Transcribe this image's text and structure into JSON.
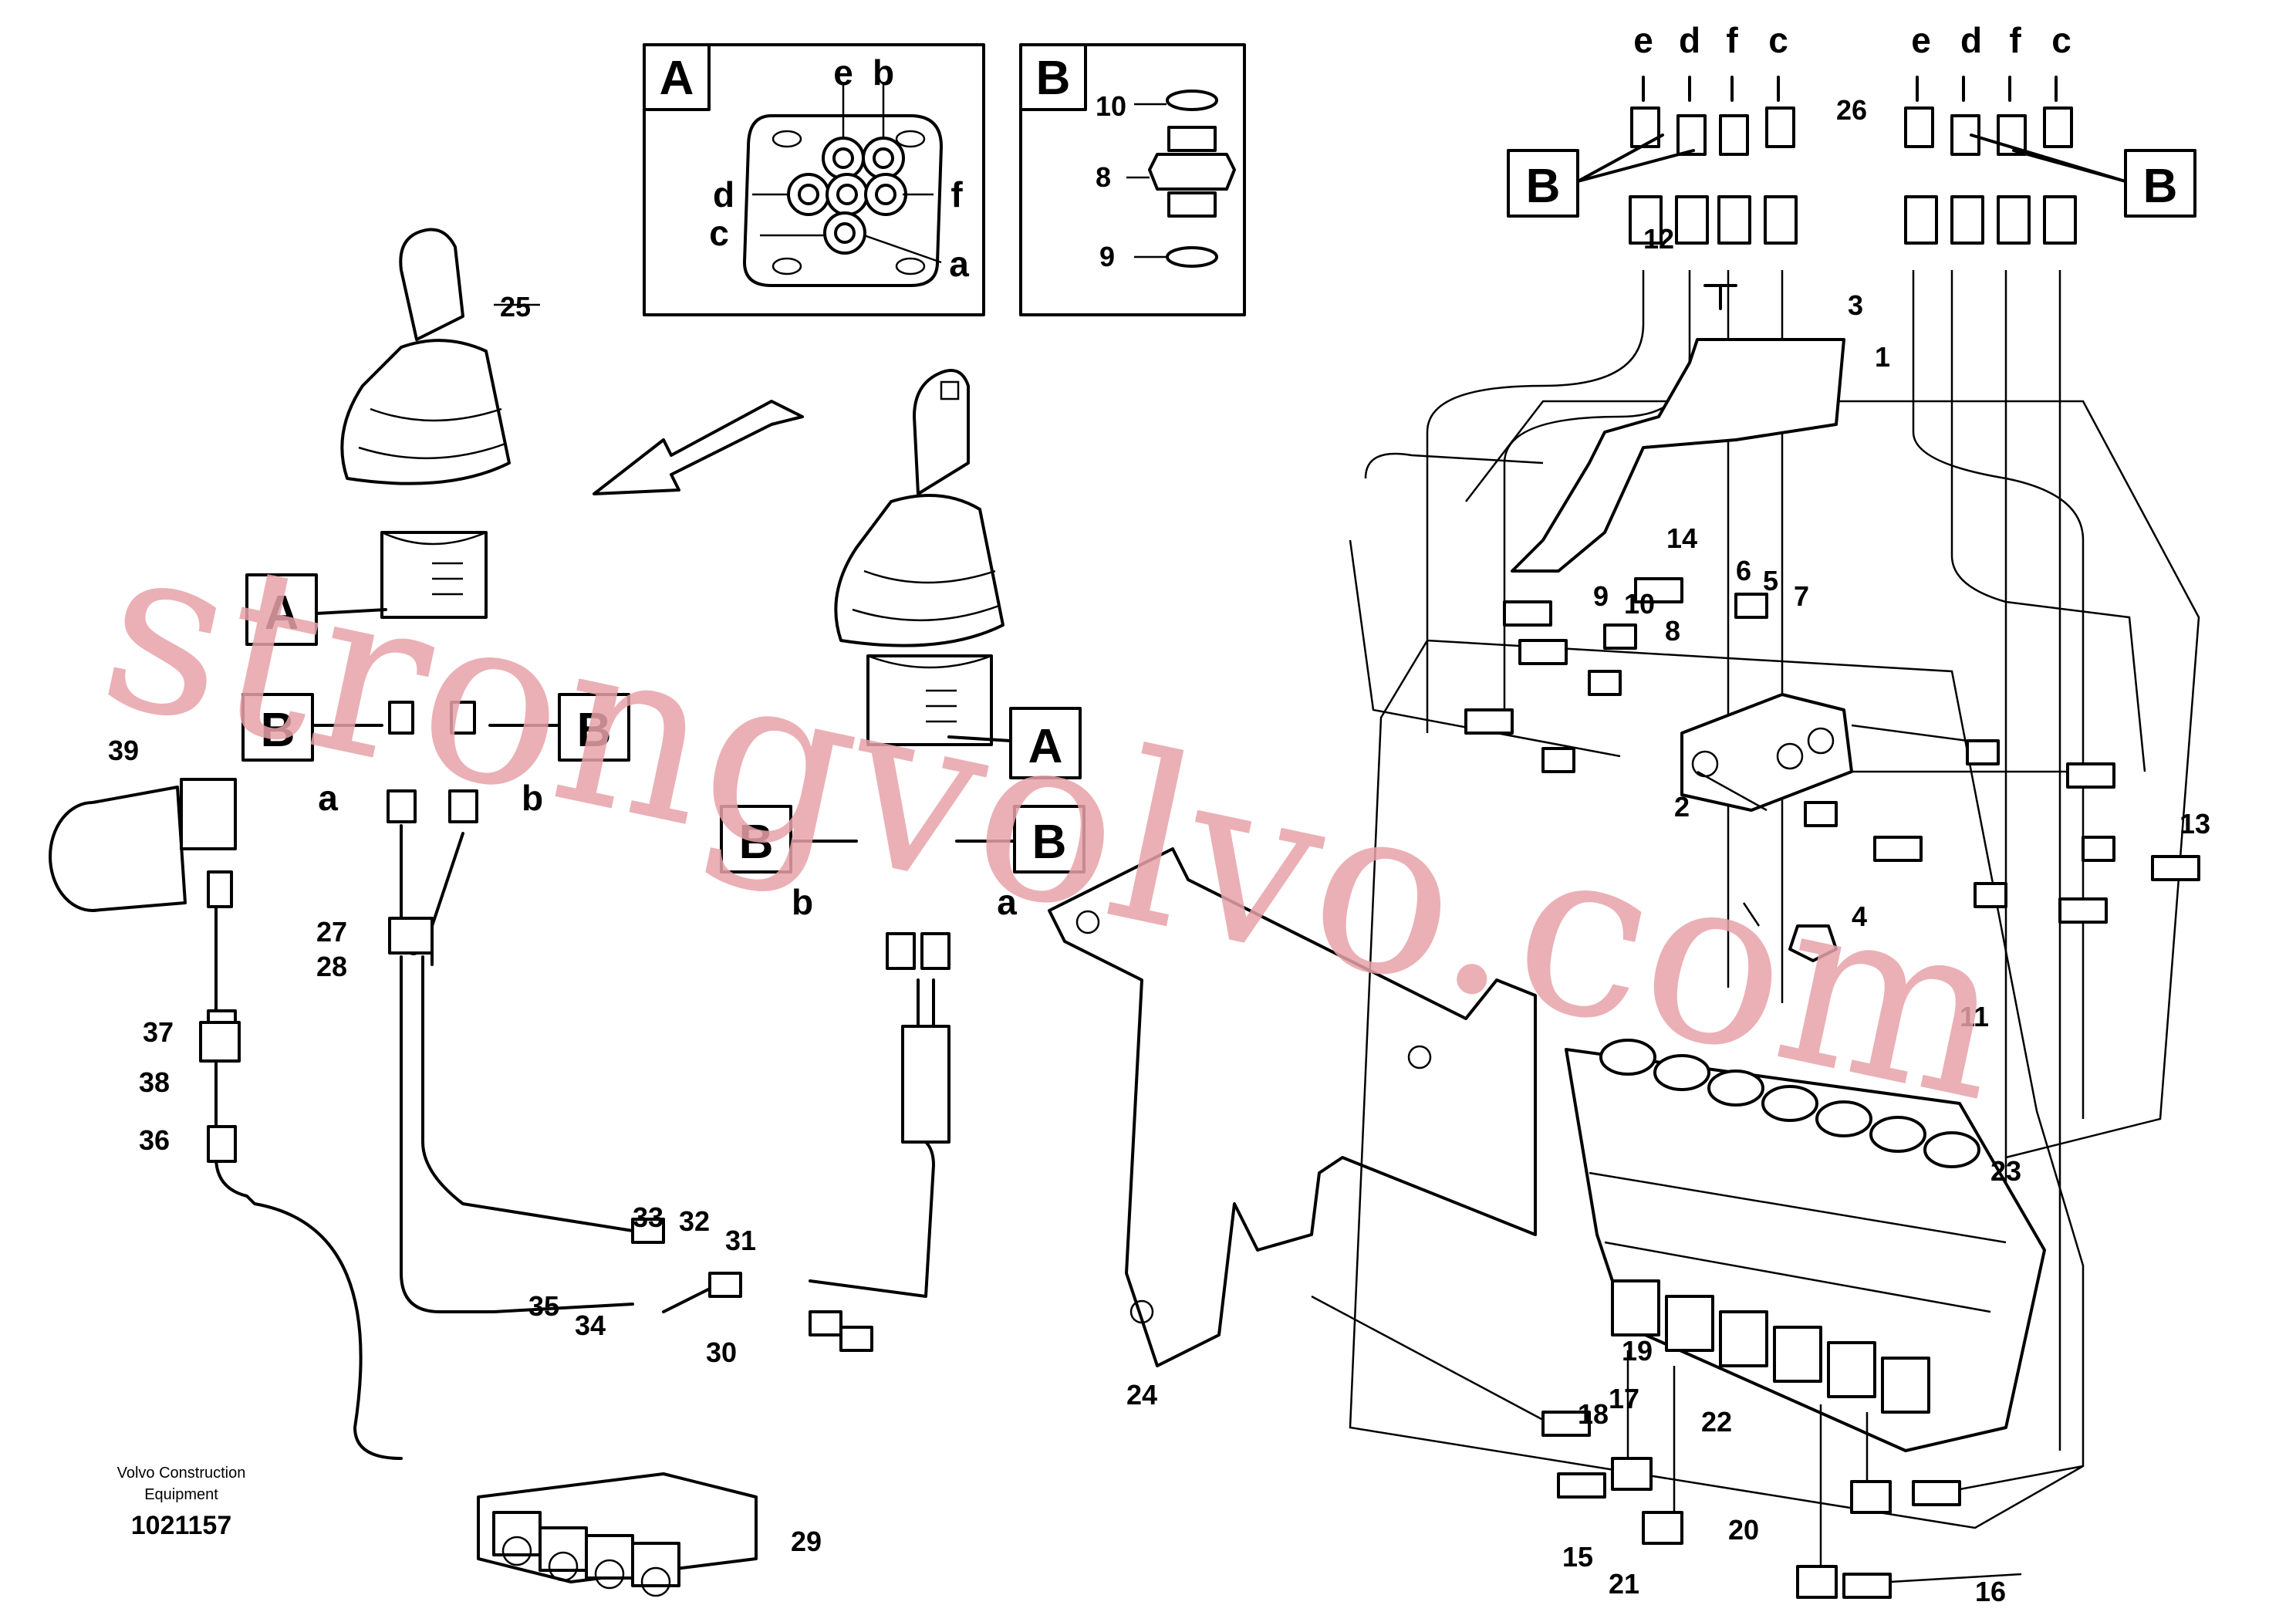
{
  "insets": {
    "a": {
      "title": "A",
      "ports": {
        "e": "e",
        "b": "b",
        "d": "d",
        "f": "f",
        "c": "c",
        "a": "a"
      }
    },
    "b": {
      "title": "B",
      "parts": {
        "p10": "10",
        "p8": "8",
        "p9": "9"
      }
    }
  },
  "callouts": {
    "A": "A",
    "B": "B"
  },
  "port_letters": {
    "a": "a",
    "b": "b",
    "c": "c",
    "d": "d",
    "e": "e",
    "f": "f"
  },
  "part_numbers": [
    "1",
    "2",
    "3",
    "4",
    "5",
    "6",
    "7",
    "8",
    "9",
    "10",
    "11",
    "12",
    "13",
    "14",
    "15",
    "16",
    "17",
    "18",
    "19",
    "20",
    "21",
    "22",
    "23",
    "24",
    "25",
    "26",
    "27",
    "28",
    "29",
    "30",
    "31",
    "32",
    "33",
    "34",
    "35",
    "36",
    "37",
    "38",
    "39"
  ],
  "watermark": "strongvolvo.com",
  "credit": {
    "line1": "Volvo Construction",
    "line2": "Equipment",
    "id": "1021157"
  }
}
